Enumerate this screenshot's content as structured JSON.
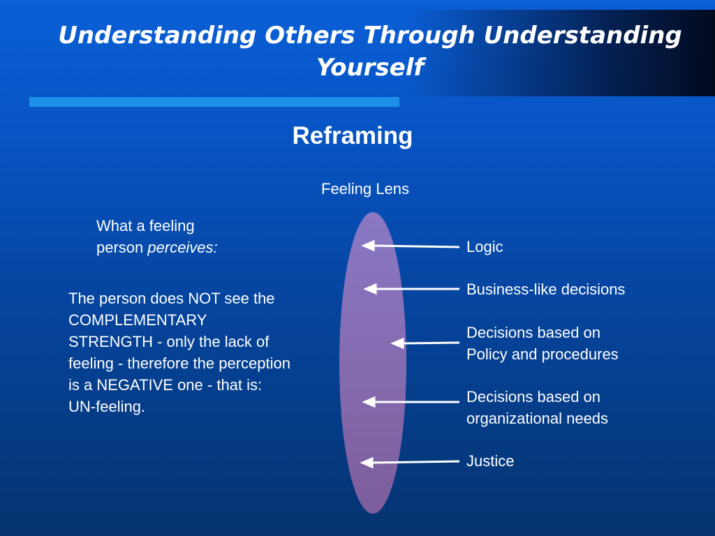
{
  "slide": {
    "title": "Understanding Others Through Understanding Yourself",
    "subtitle": "Reframing",
    "lens_label": "Feeling Lens",
    "perceives_prefix": "What a feeling person ",
    "perceives_emphasis": "perceives:",
    "explanation": "The person does NOT see the COMPLEMENTARY STRENGTH - only the lack of feeling - therefore the perception is a NEGATIVE one - that is: UN-feeling.",
    "items": [
      {
        "line1": "Logic",
        "line2": ""
      },
      {
        "line1": "Business-like decisions",
        "line2": ""
      },
      {
        "line1": "Decisions based on",
        "line2": "Policy and procedures"
      },
      {
        "line1": "Decisions based on",
        "line2": "organizational needs"
      },
      {
        "line1": "Justice",
        "line2": ""
      }
    ]
  },
  "colors": {
    "background_top": "#0a5fd6",
    "background_bottom": "#053470",
    "title_rule": "#1e90e8",
    "lens_fill": "#8a70b8",
    "arrow": "#ffffff"
  }
}
